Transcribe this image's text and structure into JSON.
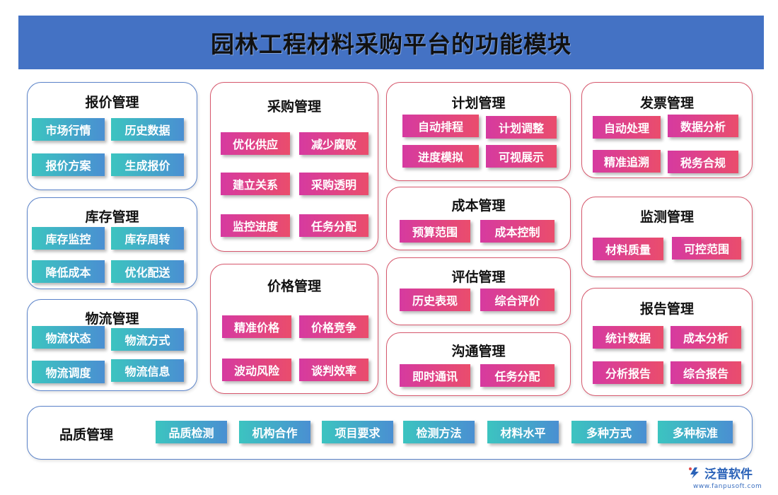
{
  "title": "园林工程材料采购平台的功能模块",
  "colors": {
    "title_bar": "#4472c4",
    "blue_border": "#5b83c9",
    "red_border": "#d7586d",
    "teal_chip_start": "#3cc4c0",
    "teal_chip_end": "#4a8fd2",
    "pink_chip_start": "#d63aa0",
    "pink_chip_end": "#ea4d6c"
  },
  "modules": {
    "quote": {
      "title": "报价管理",
      "items": [
        "市场行情",
        "历史数据",
        "报价方案",
        "生成报价"
      ]
    },
    "inventory": {
      "title": "库存管理",
      "items": [
        "库存监控",
        "库存周转",
        "降低成本",
        "优化配送"
      ]
    },
    "logistics": {
      "title": "物流管理",
      "items": [
        "物流状态",
        "物流方式",
        "物流调度",
        "物流信息"
      ]
    },
    "purchase": {
      "title": "采购管理",
      "items": [
        "优化供应",
        "减少腐败",
        "建立关系",
        "采购透明",
        "监控进度",
        "任务分配"
      ]
    },
    "price": {
      "title": "价格管理",
      "items": [
        "精准价格",
        "价格竞争",
        "波动风险",
        "谈判效率"
      ]
    },
    "plan": {
      "title": "计划管理",
      "items": [
        "自动排程",
        "计划调整",
        "进度模拟",
        "可视展示"
      ]
    },
    "cost": {
      "title": "成本管理",
      "items": [
        "预算范围",
        "成本控制"
      ]
    },
    "evaluate": {
      "title": "评估管理",
      "items": [
        "历史表现",
        "综合评价"
      ]
    },
    "communicate": {
      "title": "沟通管理",
      "items": [
        "即时通讯",
        "任务分配"
      ]
    },
    "invoice": {
      "title": "发票管理",
      "items": [
        "自动处理",
        "数据分析",
        "精准追溯",
        "税务合规"
      ]
    },
    "monitor": {
      "title": "监测管理",
      "items": [
        "材料质量",
        "可控范围"
      ]
    },
    "report": {
      "title": "报告管理",
      "items": [
        "统计数据",
        "成本分析",
        "分析报告",
        "综合报告"
      ]
    },
    "quality": {
      "title": "品质管理",
      "items": [
        "品质检测",
        "机构合作",
        "项目要求",
        "检测方法",
        "材料水平",
        "多种方式",
        "多种标准"
      ]
    }
  },
  "logo": {
    "name": "泛普软件",
    "url": "www.fanpusoft.com",
    "icon": "fanpu-logo-icon"
  }
}
